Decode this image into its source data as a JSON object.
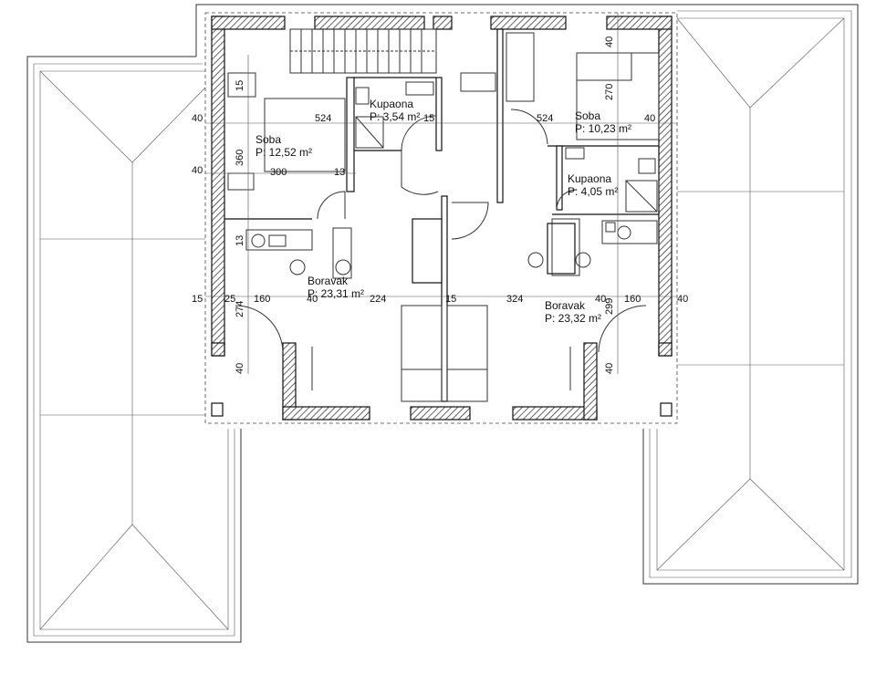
{
  "rooms": [
    {
      "key": "soba_left",
      "name": "Soba",
      "area": "P: 12,52 m²"
    },
    {
      "key": "kupaona_left",
      "name": "Kupaona",
      "area": "P: 3,54 m²"
    },
    {
      "key": "soba_right",
      "name": "Soba",
      "area": "P: 10,23 m²"
    },
    {
      "key": "kupaona_right",
      "name": "Kupaona",
      "area": "P: 4,05 m²"
    },
    {
      "key": "boravak_left",
      "name": "Boravak",
      "area": "P: 23,31 m²"
    },
    {
      "key": "boravak_right",
      "name": "Boravak",
      "area": "P: 23,32 m²"
    }
  ],
  "dimensions": [
    "40",
    "524",
    "15",
    "360",
    "300",
    "13",
    "40",
    "13",
    "15",
    "25",
    "274",
    "160",
    "40",
    "224",
    "15",
    "524",
    "40",
    "270",
    "40",
    "324",
    "40",
    "299",
    "160",
    "40",
    "40",
    "40",
    "15"
  ]
}
